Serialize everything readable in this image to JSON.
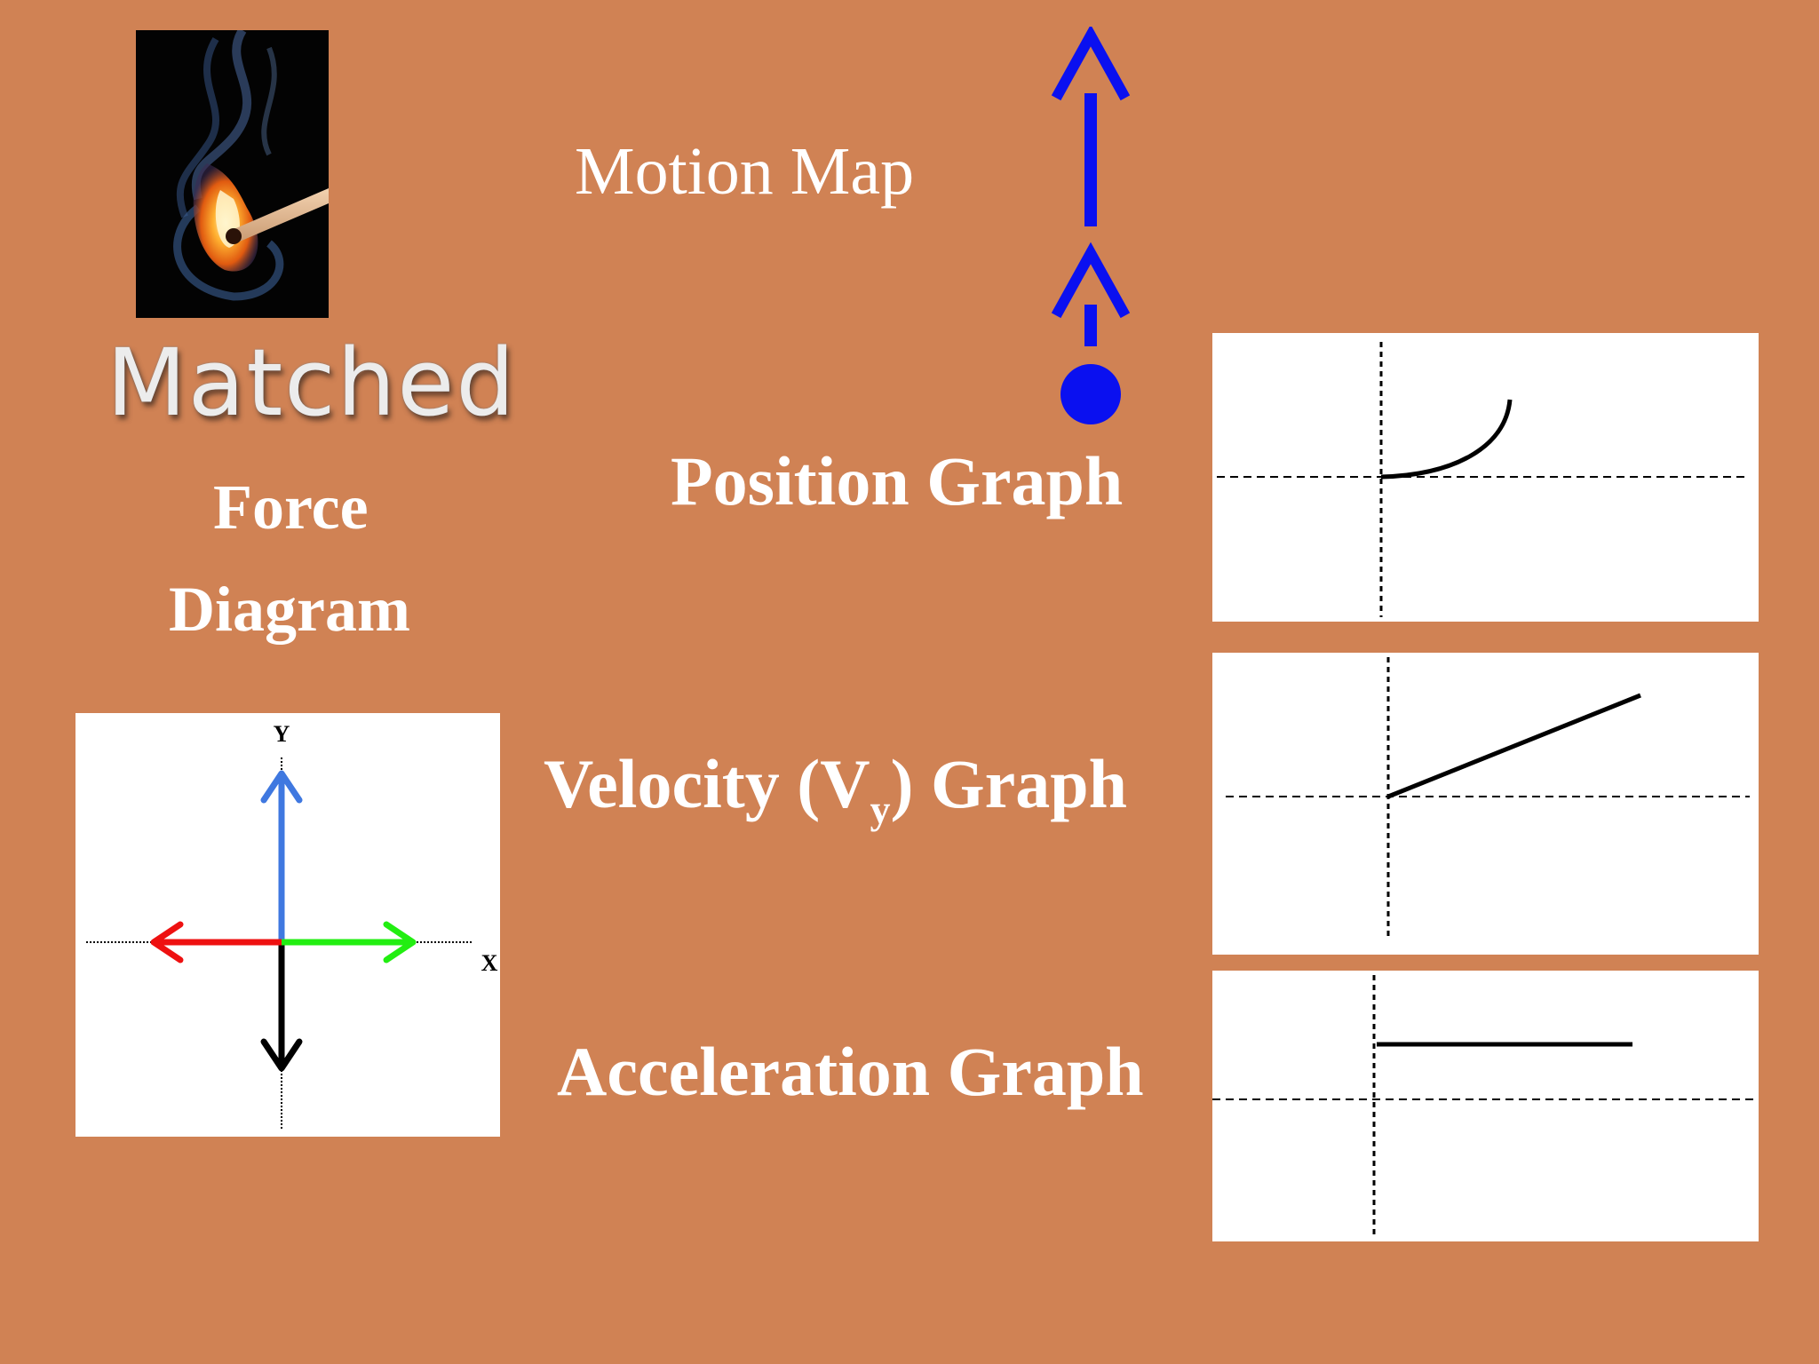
{
  "slide": {
    "background": "#d08254",
    "title": "Matched",
    "force_label_line1": "Force",
    "force_label_line2": "Diagram",
    "motion_map_label": "Motion Map",
    "position_label": "Position Graph",
    "velocity_label_pre": "Velocity (V",
    "velocity_label_sub": "y",
    "velocity_label_post": ") Graph",
    "acceleration_label": "Acceleration Graph"
  },
  "force_diagram": {
    "x_label": "X",
    "y_label": "Y",
    "vectors": [
      {
        "direction": "up",
        "color": "#3f78e0",
        "relative_length": 1.0
      },
      {
        "direction": "down",
        "color": "#000000",
        "relative_length": 0.67
      },
      {
        "direction": "left",
        "color": "#ee1111",
        "relative_length": 0.75
      },
      {
        "direction": "right",
        "color": "#22ee11",
        "relative_length": 0.75
      }
    ]
  },
  "motion_map": {
    "color": "#0a10f0",
    "direction": "up",
    "arrows": [
      {
        "relative_length": 1
      },
      {
        "relative_length": 3
      }
    ]
  },
  "graphs": {
    "position": {
      "shape": "curve-up-concave",
      "line_color": "#000000"
    },
    "velocity": {
      "shape": "line-increasing-from-origin",
      "line_color": "#000000"
    },
    "acceleration": {
      "shape": "constant-positive",
      "line_color": "#000000"
    }
  }
}
